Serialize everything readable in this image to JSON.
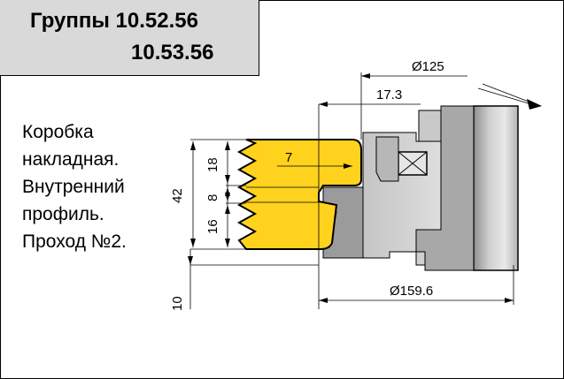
{
  "title": {
    "line1": "Группы 10.52.56",
    "line2": "10.53.56"
  },
  "description": [
    "Коробка",
    "накладная.",
    "Внутренний",
    "профиль.",
    "Проход №2."
  ],
  "dimensions": {
    "diameter_top": "Ø125",
    "offset_top": "17.3",
    "width_groove": "7",
    "height_total": "42",
    "height_upper": "18",
    "height_middle": "8",
    "height_lower": "16",
    "bottom_offset": "10",
    "diameter_bottom": "Ø159.6"
  },
  "colors": {
    "workpiece": "#ffd21e",
    "tool_dark": "#9a9a9a",
    "tool_light": "#d4d4d4",
    "title_bg": "#d9d9d9"
  }
}
